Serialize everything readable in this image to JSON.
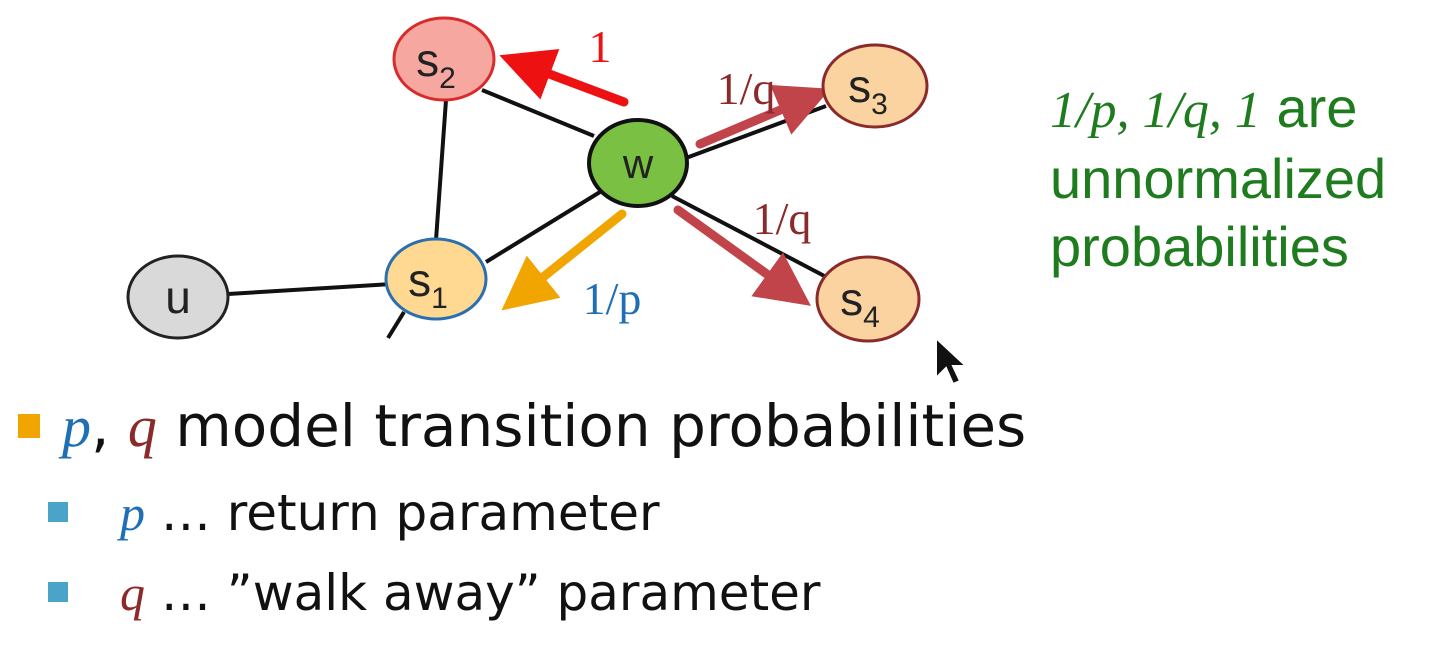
{
  "nodes": {
    "u": {
      "main": "u",
      "sub": ""
    },
    "s1": {
      "main": "s",
      "sub": "1"
    },
    "s2": {
      "main": "s",
      "sub": "2"
    },
    "s3": {
      "main": "s",
      "sub": "3"
    },
    "s4": {
      "main": "s",
      "sub": "4"
    },
    "w": {
      "main": "w",
      "sub": ""
    }
  },
  "edge_labels": {
    "to_s2": "1",
    "to_s3": "1/q",
    "to_s4": "1/q",
    "to_s1": "1/p"
  },
  "side_note": {
    "math": "1/p, 1/q, 1",
    "line1_rest": " are",
    "line2": "unnormalized",
    "line3": "probabilities"
  },
  "bullets": {
    "main": {
      "p": "p",
      "comma": ",",
      "q": "q",
      "text": " model transition probabilities"
    },
    "p_item": {
      "var": "p",
      "text": " … return parameter"
    },
    "q_item": {
      "var": "q",
      "text": " … ”walk away” parameter"
    }
  },
  "colors": {
    "red_arrow": "#ee1111",
    "dark_red_arrow": "#c0444a",
    "orange_arrow": "#f0a500",
    "blue_label": "#1f6fb5",
    "dark_red_label": "#8b2a2a",
    "green_text": "#1e7b1e",
    "node_w": "#7ac143",
    "node_s2": "#f5a7a0",
    "node_s1": "#ffd891",
    "node_s3s4": "#fbd3a0",
    "node_u": "#d9d9d9"
  }
}
